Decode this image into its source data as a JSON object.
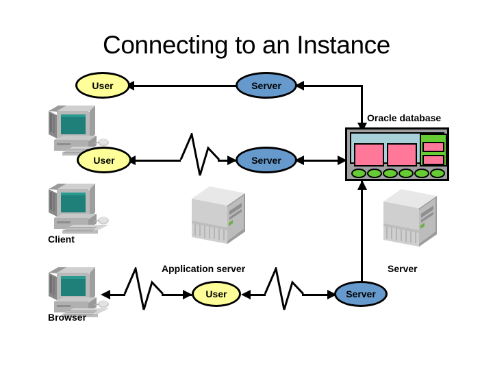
{
  "slide": {
    "title": "Connecting to an Instance",
    "background": "#ffffff"
  },
  "colors": {
    "user_fill": "#ffff99",
    "server_fill": "#6699cc",
    "node_stroke": "#000000",
    "connector": "#000000",
    "db_frame": "#a0a0a0",
    "db_screen": "#a8d0d8",
    "db_pink": "#ff7799",
    "db_green": "#66cc33",
    "monitor_screen": "#1f8079",
    "tower_body": "#b8b8b8"
  },
  "nodes": {
    "user_top": {
      "label": "User"
    },
    "server_top": {
      "label": "Server"
    },
    "user_mid": {
      "label": "User"
    },
    "server_mid": {
      "label": "Server"
    },
    "user_bottom": {
      "label": "User"
    },
    "server_bottom": {
      "label": "Server"
    }
  },
  "labels": {
    "oracle_database": "Oracle database",
    "client": "Client",
    "browser": "Browser",
    "application_server": "Application server",
    "server_right": "Server"
  },
  "icons": {
    "pc_top": "desktop-computer-icon",
    "pc_client": "desktop-computer-icon",
    "pc_browser": "desktop-computer-icon",
    "tower_app": "server-tower-icon",
    "tower_right": "server-tower-icon",
    "database": "oracle-database-icon"
  },
  "connectors": [
    {
      "name": "user-top-to-server-top",
      "style": "straight",
      "arrow": "left"
    },
    {
      "name": "server-top-to-database-top",
      "style": "elbow",
      "arrow": "down"
    },
    {
      "name": "user-mid-to-server-mid",
      "style": "zigzag",
      "arrow": "left"
    },
    {
      "name": "server-mid-to-database-left",
      "style": "straight",
      "arrow": "both"
    },
    {
      "name": "database-bottom-to-server-bottom",
      "style": "straight",
      "arrow": "both"
    },
    {
      "name": "browser-to-user-bottom",
      "style": "zigzag",
      "arrow": "both"
    },
    {
      "name": "user-bottom-to-server-bottom",
      "style": "zigzag",
      "arrow": "both"
    }
  ]
}
